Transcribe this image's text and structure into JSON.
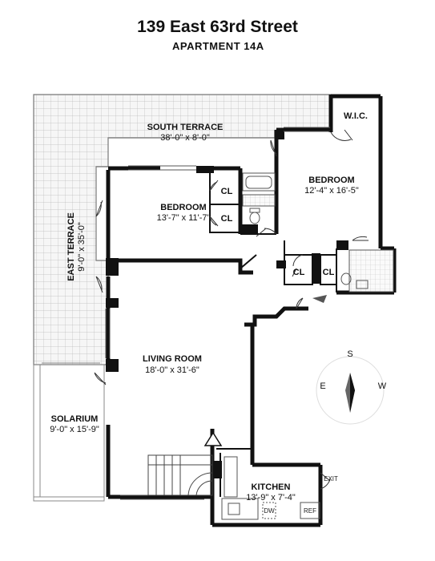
{
  "header": {
    "title": "139 East 63rd Street",
    "subtitle": "APARTMENT 14A"
  },
  "rooms": {
    "south_terrace": {
      "name": "SOUTH TERRACE",
      "dims": "38'-0\" x 8'-0\""
    },
    "east_terrace": {
      "name": "EAST TERRACE",
      "dims": "9'-0\" x 35'-0\""
    },
    "bedroom_1": {
      "name": "BEDROOM",
      "dims": "13'-7\" x 11'-7\""
    },
    "bedroom_2": {
      "name": "BEDROOM",
      "dims": "12'-4\" x 16'-5\""
    },
    "wic": {
      "name": "W.I.C."
    },
    "living_room": {
      "name": "LIVING ROOM",
      "dims": "18'-0\" x 31'-6\""
    },
    "solarium": {
      "name": "SOLARIUM",
      "dims": "9'-0\" x 15'-9\""
    },
    "kitchen": {
      "name": "KITCHEN",
      "dims": "13'-9\" x 7'-4\""
    }
  },
  "closets": [
    "CL",
    "CL",
    "CL",
    "CL"
  ],
  "fixtures": {
    "dishwasher": "DW",
    "refrigerator": "REF",
    "exit": "EXIT"
  },
  "compass": {
    "north_icon": "compass-icon",
    "s": "S",
    "e": "E",
    "w": "W"
  }
}
